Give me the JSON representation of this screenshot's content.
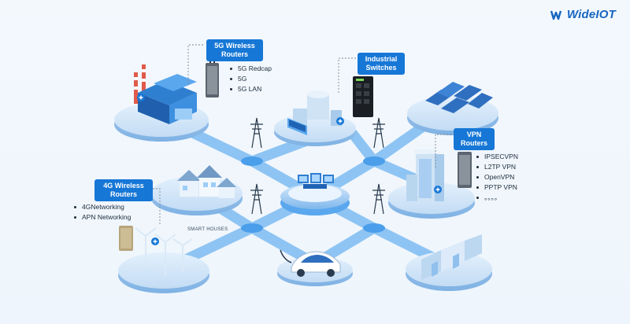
{
  "brand": {
    "name": "WideIOT",
    "accent": "#1565c0"
  },
  "colors": {
    "accent": "#1677d6",
    "platform": "#cfe4f8",
    "road": "#8cc3f2",
    "node": "#4a9eea"
  },
  "callouts": {
    "g5": {
      "line1": "5G Wireless",
      "line2": "Routers",
      "items": [
        "5G Redcap",
        "5G",
        "5G LAN"
      ]
    },
    "industrial": {
      "line1": "Industrial",
      "line2": "Switches"
    },
    "vpn": {
      "line1": "VPN",
      "line2": "Routers",
      "items": [
        "IPSECVPN",
        "L2TP VPN",
        "OpenVPN",
        "PPTP VPN",
        "。。。。"
      ]
    },
    "g4": {
      "line1": "4G Wireless",
      "line2": "Routers",
      "items": [
        "4GNetworking",
        "APN Networking"
      ]
    }
  },
  "captions": {
    "smart_houses": "SMART HOUSES"
  }
}
